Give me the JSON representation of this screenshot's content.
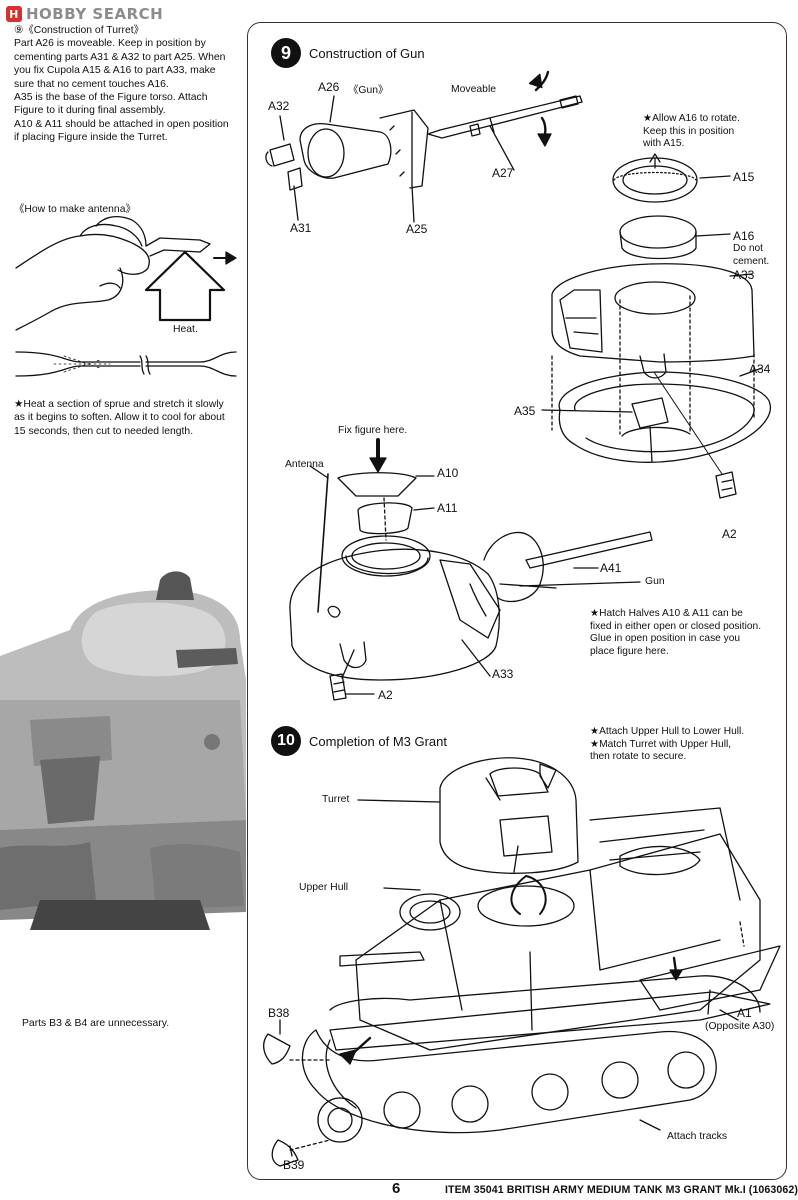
{
  "watermark": {
    "badge": "H",
    "text": "HOBBY SEARCH"
  },
  "turret_section": {
    "title": "⑨《Construction of Turret》",
    "paragraphs": [
      "Part A26 is moveable.  Keep in position by cementing parts A31 & A32 to part A25. When you fix Cupola A15 & A16 to part A33, make sure that no cement touches A16.",
      "A35 is the base of the Figure torso. Attach Figure to it during final assembly.",
      "A10 & A11 should be attached in open position if placing Figure inside the Turret."
    ]
  },
  "antenna_section": {
    "title": "《How to make antenna》",
    "heat_label": "Heat.",
    "note": "★Heat a section of sprue and stretch it slowly as it begins to soften. Allow it to cool for about 15 seconds, then cut to needed length."
  },
  "unnecessary_note": "Parts B3 & B4 are unnecessary.",
  "step9": {
    "number": "9",
    "title": "Construction of Gun",
    "labels": {
      "a32": "A32",
      "a26": "A26",
      "gun_tag": "《Gun》",
      "moveable": "Moveable",
      "a27": "A27",
      "a31": "A31",
      "a25": "A25",
      "a15": "A15",
      "a16": "A16",
      "do_not_cement": "Do not\ncement.",
      "a33_top": "A33",
      "a34": "A34",
      "a35": "A35",
      "a2_top": "A2",
      "fix_figure": "Fix figure here.",
      "antenna": "Antenna",
      "a10": "A10",
      "a11": "A11",
      "a41": "A41",
      "gun": "Gun",
      "a33_bottom": "A33",
      "a2_bottom": "A2"
    },
    "notes": {
      "a16_rotate": "★Allow A16 to rotate.\nKeep this in position\nwith A15.",
      "hatch": "★Hatch Halves A10 & A11 can be fixed in either open or closed position.  Glue in open position in case you place figure here."
    }
  },
  "step10": {
    "number": "10",
    "title": "Completion of M3 Grant",
    "notes": "★Attach Upper Hull to Lower Hull.\n★Match Turret with Upper Hull,\nthen rotate to secure.",
    "labels": {
      "turret": "Turret",
      "upper_hull": "Upper Hull",
      "b38": "B38",
      "a1": "A1",
      "opposite": "(Opposite A30)",
      "attach_tracks": "Attach tracks",
      "b39": "B39"
    }
  },
  "footer": {
    "page_number": "6",
    "item": "ITEM 35041  BRITISH ARMY MEDIUM TANK M3 GRANT Mk.I (1063062)"
  }
}
